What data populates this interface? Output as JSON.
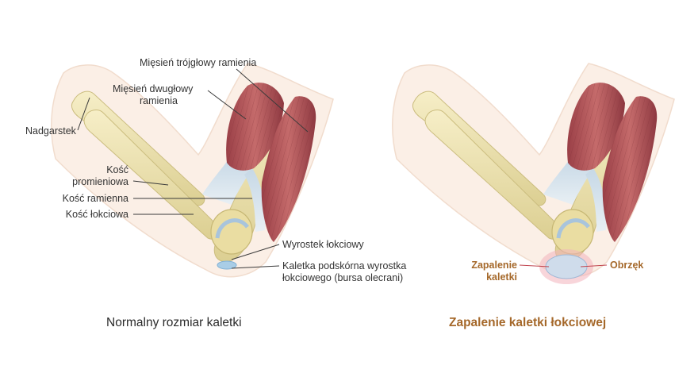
{
  "labels": {
    "triceps": "Mięsień trójgłowy ramienia",
    "biceps": [
      "Mięsień dwugłowy",
      "ramienia"
    ],
    "wrist": "Nadgarstek",
    "radius": [
      "Kość",
      "promieniowa"
    ],
    "humerus": "Kość ramienna",
    "ulna": "Kość łokciowa",
    "olecranon": "Wyrostek łokciowy",
    "bursa": [
      "Kaletka podskórna wyrostka",
      "łokciowego (bursa olecrani)"
    ]
  },
  "captions": {
    "normal": "Normalny rozmiar kaletki",
    "inflamed": "Zapalenie kaletki łokciowej"
  },
  "highlights": {
    "bursitis": [
      "Zapalenie",
      "kaletki"
    ],
    "swelling": "Obrzęk"
  },
  "colors": {
    "muscle": "#b5595c",
    "bone": "#efe3b0",
    "skin": "#fbefe6",
    "tendon": "#d5e3ee",
    "bursa": "#a9cde6",
    "accent": "#a5682a",
    "inflamed_bursa": "#f2b3bb",
    "pointer_red": "#c0454f"
  }
}
